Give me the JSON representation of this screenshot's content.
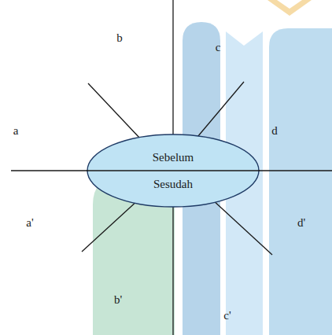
{
  "diagram": {
    "nodes": [
      {
        "text": [
          "Sebelum",
          "Sesudah"
        ]
      }
    ],
    "labels": [
      "b",
      "c",
      "a",
      "d",
      "a'",
      "d'",
      "b'",
      "c'"
    ]
  }
}
